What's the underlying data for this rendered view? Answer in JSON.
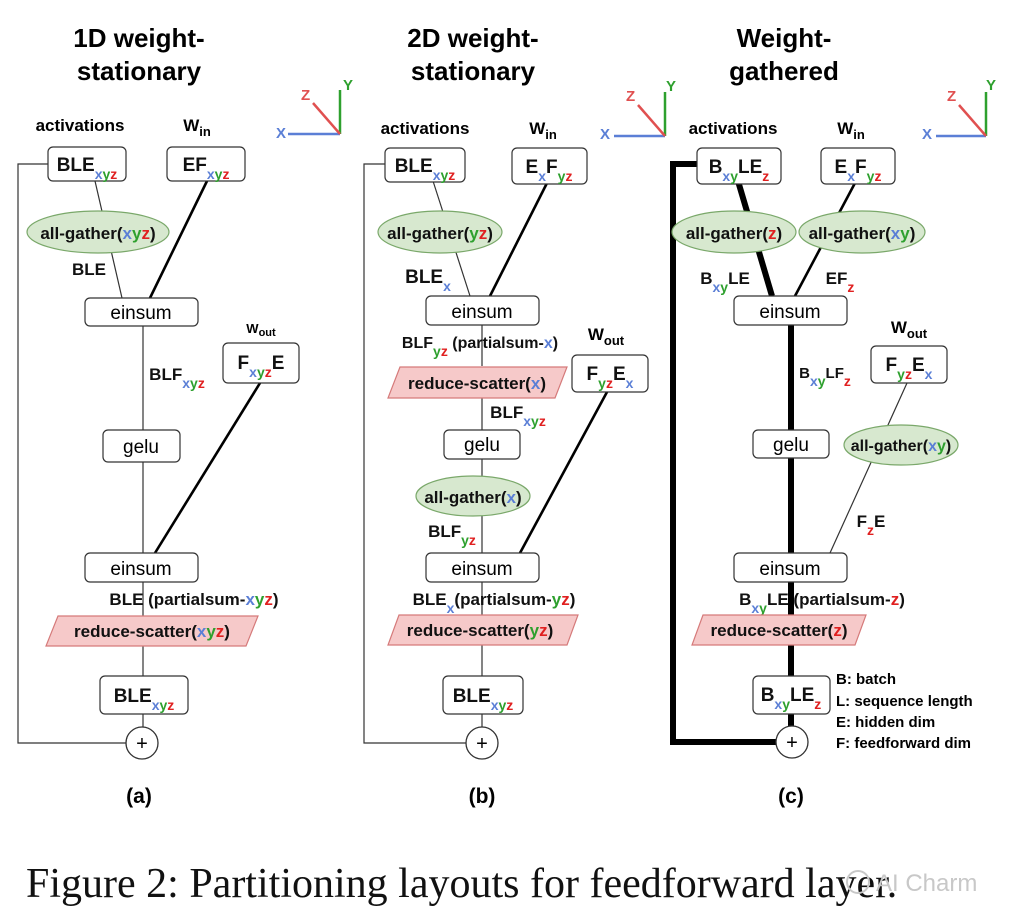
{
  "colors": {
    "x": "#5b7fd6",
    "y": "#2ea02e",
    "z": "#e02020",
    "node_text": "#111111"
  },
  "axes": {
    "x": "X",
    "y": "Y",
    "z": "Z"
  },
  "panels": [
    {
      "title1": "1D weight-",
      "title2": "stationary",
      "activations_label": "activations",
      "w_in_label": "W",
      "w_in_sub": "in",
      "w_out_label": "W",
      "w_out_sub": "out",
      "einsum1": "einsum",
      "gelu": "gelu",
      "einsum2": "einsum",
      "plus": "+",
      "sublabel": "(a)"
    },
    {
      "title1": "2D weight-",
      "title2": "stationary",
      "activations_label": "activations",
      "w_in_label": "W",
      "w_in_sub": "in",
      "w_out_label": "W",
      "w_out_sub": "out",
      "einsum1": "einsum",
      "gelu": "gelu",
      "einsum2": "einsum",
      "plus": "+",
      "sublabel": "(b)"
    },
    {
      "title1": "Weight-",
      "title2": "gathered",
      "activations_label": "activations",
      "w_in_label": "W",
      "w_in_sub": "in",
      "w_out_label": "W",
      "w_out_sub": "out",
      "einsum1": "einsum",
      "gelu": "gelu",
      "einsum2": "einsum",
      "plus": "+",
      "sublabel": "(c)"
    }
  ],
  "legend": [
    "B: batch",
    "L: sequence length",
    "E: hidden dim",
    "F: feedforward dim"
  ],
  "caption": "Figure 2: Partitioning layouts for feedforward layer.",
  "watermark": "AI Charm"
}
